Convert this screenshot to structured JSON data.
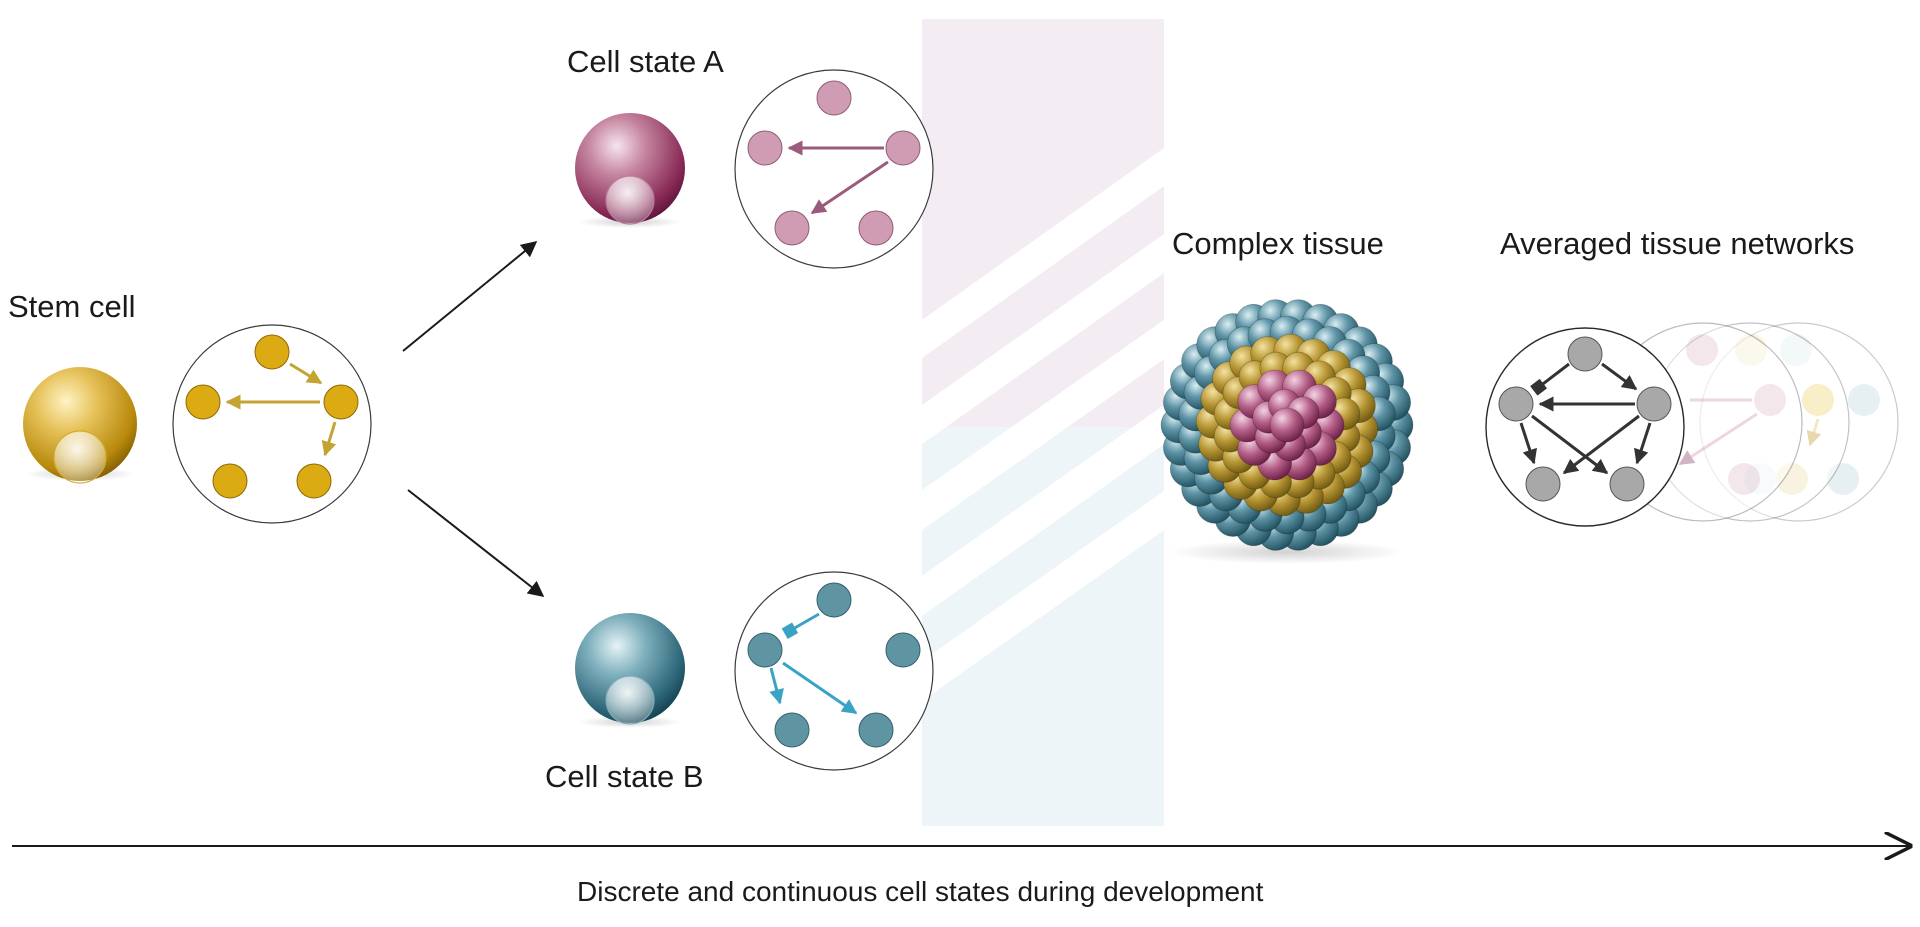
{
  "labels": {
    "stem_cell": "Stem cell",
    "cell_state_a": "Cell state A",
    "cell_state_b": "Cell state B",
    "complex_tissue": "Complex tissue",
    "averaged_networks": "Averaged tissue networks"
  },
  "axis_caption": "Discrete and continuous cell states during development",
  "colors": {
    "stem": "#d9a810",
    "state_a": "#c48aa4",
    "state_b": "#5f95a3",
    "state_b_arrow": "#3aa3c4",
    "averaged": "#a8a8a8",
    "arrow_dark": "#1a1a1a"
  },
  "icons": [
    "stem-cell-sphere",
    "network-circle",
    "tissue-ball",
    "averaged-network-stack",
    "timeline-arrow"
  ]
}
